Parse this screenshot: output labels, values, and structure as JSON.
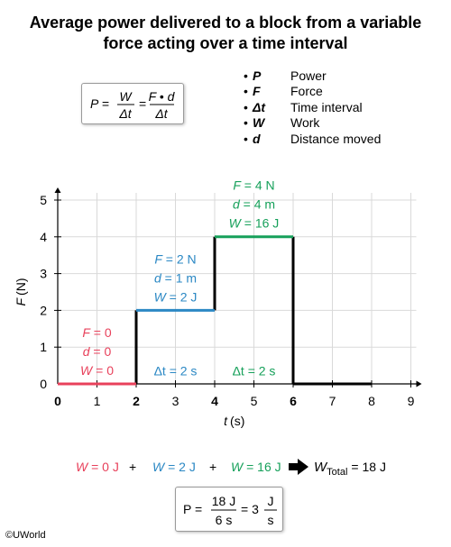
{
  "title": {
    "line1": "Average power delivered to a block from a variable",
    "line2": "force acting over a time interval"
  },
  "formula": {
    "lhs": "P =",
    "frac1_num": "W",
    "frac1_den": "Δt",
    "eq": "=",
    "frac2_num": "F • d",
    "frac2_den": "Δt"
  },
  "legend": [
    {
      "bullet": "•",
      "symbol": "P",
      "desc": "Power"
    },
    {
      "bullet": "•",
      "symbol": "F",
      "desc": "Force"
    },
    {
      "bullet": "•",
      "symbol": "Δt",
      "desc": "Time interval"
    },
    {
      "bullet": "•",
      "symbol": "W",
      "desc": "Work"
    },
    {
      "bullet": "•",
      "symbol": "d",
      "desc": "Distance moved"
    }
  ],
  "colors": {
    "red": "#e8415b",
    "blue": "#2b88c4",
    "green": "#16a05a",
    "black": "#000000",
    "grid": "#d9d9d9"
  },
  "chart_data": {
    "type": "line",
    "xlabel_var": "t",
    "xlabel_unit": "(s)",
    "ylabel_var": "F",
    "ylabel_unit": "(N)",
    "xlim": [
      0,
      9
    ],
    "ylim": [
      0,
      5
    ],
    "x_ticks": [
      0,
      1,
      2,
      3,
      4,
      5,
      6,
      7,
      8,
      9
    ],
    "y_ticks": [
      0,
      1,
      2,
      3,
      4,
      5
    ],
    "x_bold_ticks": [
      0,
      2,
      4,
      6
    ],
    "segments": [
      {
        "x": [
          0,
          2
        ],
        "y": 0,
        "color": "red"
      },
      {
        "x": [
          2,
          4
        ],
        "y": 2,
        "color": "blue"
      },
      {
        "x": [
          4,
          6
        ],
        "y": 4,
        "color": "green"
      },
      {
        "x": [
          6,
          8
        ],
        "y": 0,
        "color": "black"
      }
    ],
    "verticals": [
      {
        "x": 2,
        "y": [
          0,
          2
        ]
      },
      {
        "x": 4,
        "y": [
          2,
          4
        ]
      },
      {
        "x": 6,
        "y": [
          0,
          4
        ]
      }
    ],
    "annotations": [
      {
        "lines": [
          "F = 0",
          "d = 0",
          "W = 0"
        ],
        "color": "red",
        "x": 1,
        "y_top": 1.4
      },
      {
        "lines": [
          "F = 2 N",
          "d = 1 m",
          "W = 2 J"
        ],
        "color": "blue",
        "x": 3,
        "y_top": 3.4
      },
      {
        "lines": [
          "F = 4 N",
          "d = 4 m",
          "W = 16 J"
        ],
        "color": "green",
        "x": 5,
        "y_top": 5.4
      }
    ],
    "interval_labels": [
      {
        "text": "Δt = 2 s",
        "x": 3,
        "y": 0.35,
        "color": "blue"
      },
      {
        "text": "Δt = 2 s",
        "x": 5,
        "y": 0.35,
        "color": "green"
      }
    ]
  },
  "work_equation": {
    "w1": "W = 0 J",
    "plus1": "+",
    "w2": "W = 2 J",
    "plus2": "+",
    "w3": "W = 16 J",
    "result_var": "W",
    "result_sub": "Total",
    "result_val": "= 18 J"
  },
  "power_result": {
    "lhs": "P =",
    "frac1_num": "18 J",
    "frac1_den": "6 s",
    "eq": "= 3",
    "frac2_num": "J",
    "frac2_den": "s"
  },
  "copyright": "©UWorld"
}
